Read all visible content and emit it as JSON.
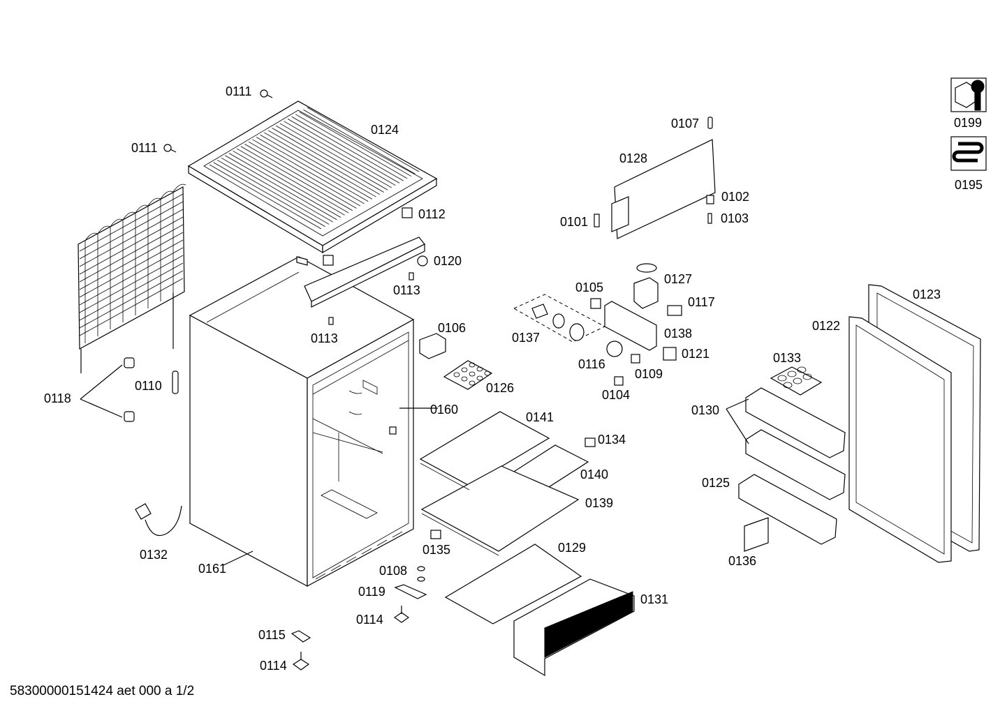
{
  "labels": {
    "p0111a": "0111",
    "p0111b": "0111",
    "p0124": "0124",
    "p0112": "0112",
    "p0120": "0120",
    "p0113a": "0113",
    "p0113b": "0113",
    "p0106": "0106",
    "p0126": "0126",
    "p0160": "0160",
    "p0118": "0118",
    "p0110": "0110",
    "p0132": "0132",
    "p0161": "0161",
    "p0141": "0141",
    "p0134": "0134",
    "p0140": "0140",
    "p0139": "0139",
    "p0135": "0135",
    "p0129": "0129",
    "p0108": "0108",
    "p0119": "0119",
    "p0114a": "0114",
    "p0115": "0115",
    "p0114b": "0114",
    "p0131": "0131",
    "p0107": "0107",
    "p0128": "0128",
    "p0102": "0102",
    "p0101": "0101",
    "p0103": "0103",
    "p0127": "0127",
    "p0105": "0105",
    "p0117": "0117",
    "p0137": "0137",
    "p0138": "0138",
    "p0121": "0121",
    "p0116": "0116",
    "p0109": "0109",
    "p0104": "0104",
    "p0123": "0123",
    "p0122": "0122",
    "p0133": "0133",
    "p0130": "0130",
    "p0125": "0125",
    "p0136": "0136",
    "p0199": "0199",
    "p0195": "0195"
  },
  "footer": "58300000151424 aet 000 a 1/2",
  "icons": {
    "service_icon": "wrench-nut-icon",
    "coil_icon": "coil-icon"
  }
}
